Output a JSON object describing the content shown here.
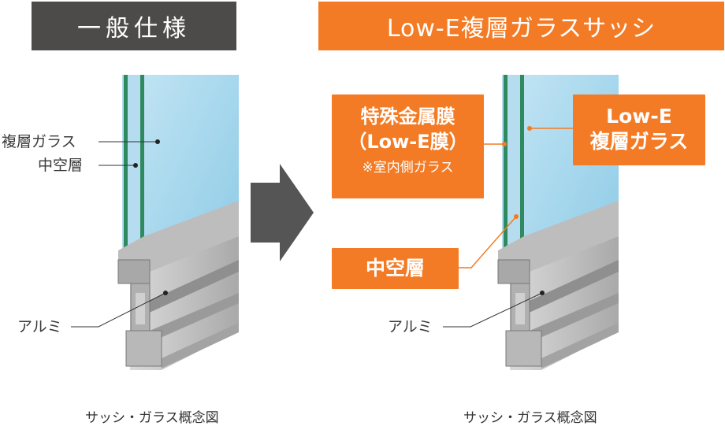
{
  "headers": {
    "standard": "一般仕様",
    "lowe": "Low-E複層ガラスサッシ"
  },
  "left_diagram": {
    "labels": {
      "double_glass": "複層ガラス",
      "hollow_layer": "中空層",
      "aluminum": "アルミ"
    },
    "caption": "サッシ・ガラス概念図"
  },
  "right_diagram": {
    "special_film": {
      "line1": "特殊金属膜",
      "line2": "（Low-E膜）",
      "note": "※室内側ガラス"
    },
    "lowe_glass": {
      "line1": "Low-E",
      "line2": "複層ガラス"
    },
    "hollow_layer": "中空層",
    "aluminum": "アルミ",
    "caption": "サッシ・ガラス概念図"
  },
  "colors": {
    "orange": "#f47b25",
    "dark_header": "#4d4b4a",
    "glass": "#9fd4ec",
    "frame": "#c9c9c9",
    "green_pane": "#2f8a5f"
  }
}
